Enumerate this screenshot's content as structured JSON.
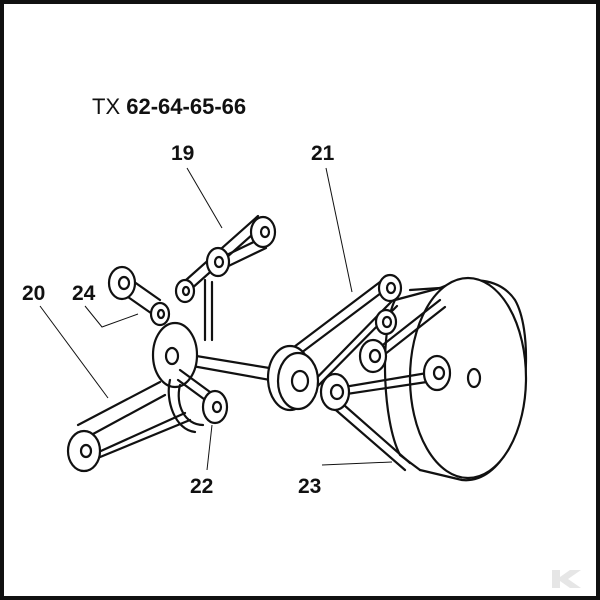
{
  "diagram": {
    "title_prefix": "TX",
    "title_models": "62-64-65-66",
    "callouts": [
      "19",
      "20",
      "21",
      "22",
      "23",
      "24"
    ],
    "ink_color": "#111111",
    "watermark_color": "#e6e6e6"
  }
}
